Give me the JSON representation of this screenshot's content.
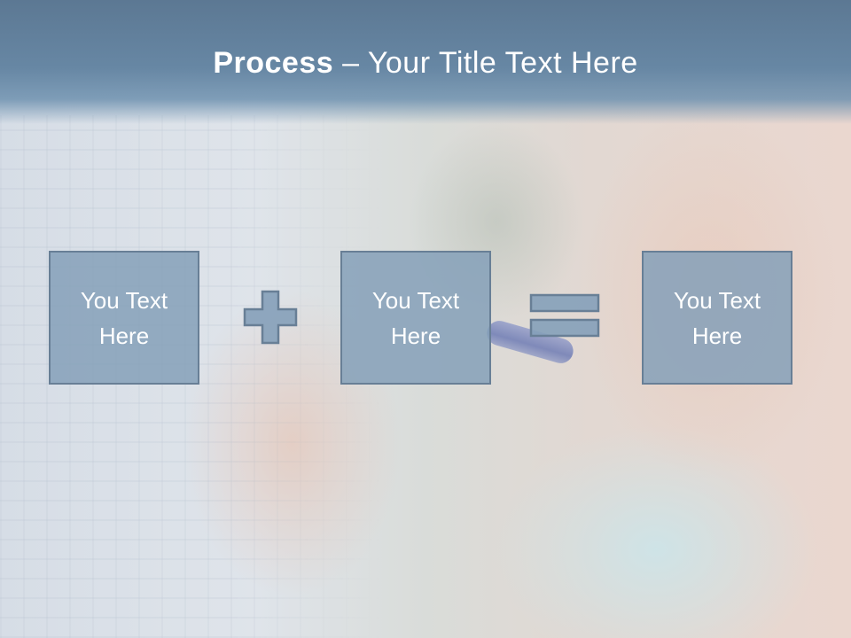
{
  "slide": {
    "title_bold": "Process",
    "title_rest": " – Your Title Text Here",
    "boxes": [
      {
        "text": "You Text Here"
      },
      {
        "text": "You Text Here"
      },
      {
        "text": "You Text Here"
      }
    ],
    "operators": {
      "first": "plus-icon",
      "second": "equals-icon"
    },
    "colors": {
      "header": "#6787a4",
      "box_fill": "#85a0b9",
      "box_border": "#687f96",
      "text": "#ffffff"
    }
  }
}
